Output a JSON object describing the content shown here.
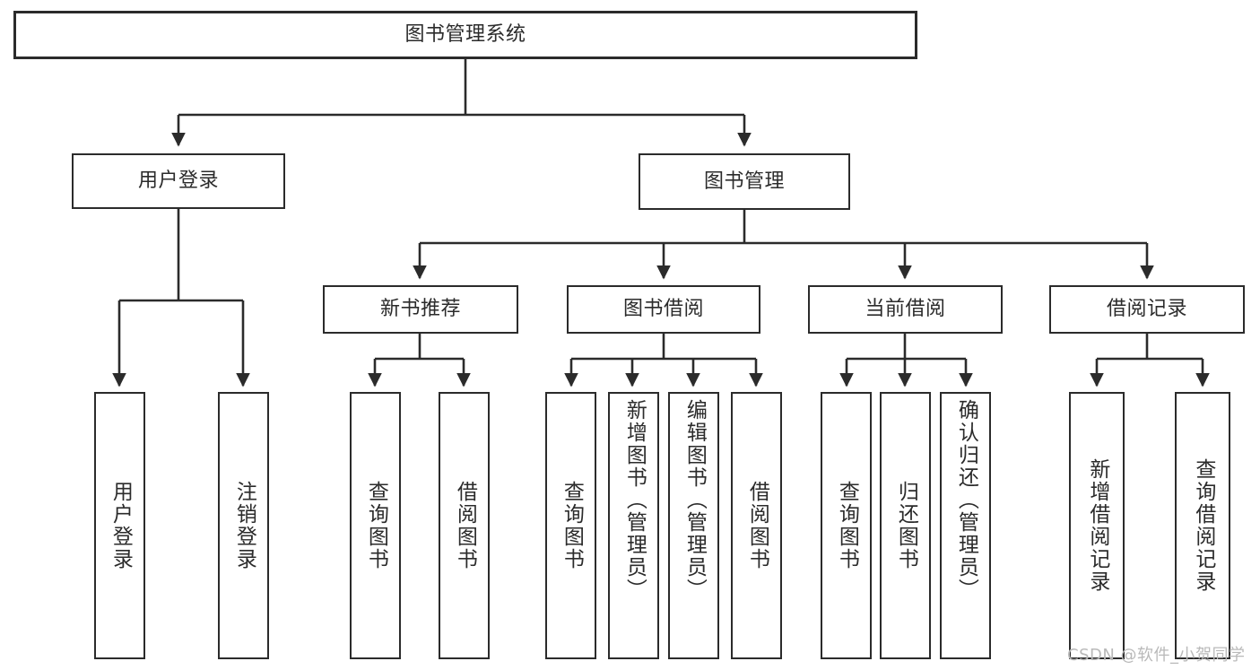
{
  "diagram": {
    "type": "tree-hierarchy-functional-decomposition",
    "title": "图书管理系统",
    "background_color": "#ffffff",
    "line_color": "#2b2b2b",
    "text_color": "#2b2b2b",
    "nodes": [
      {
        "id": "root",
        "label": "图书管理系统",
        "level": 0,
        "orientation": "horizontal"
      },
      {
        "id": "user-login",
        "label": "用户登录",
        "level": 1,
        "orientation": "horizontal",
        "parent": "root"
      },
      {
        "id": "book-manage",
        "label": "图书管理",
        "level": 1,
        "orientation": "horizontal",
        "parent": "root"
      },
      {
        "id": "new-book-rec",
        "label": "新书推荐",
        "level": 2,
        "orientation": "horizontal",
        "parent": "book-manage"
      },
      {
        "id": "book-borrow",
        "label": "图书借阅",
        "level": 2,
        "orientation": "horizontal",
        "parent": "book-manage"
      },
      {
        "id": "current-borrow",
        "label": "当前借阅",
        "level": 2,
        "orientation": "horizontal",
        "parent": "book-manage"
      },
      {
        "id": "borrow-record",
        "label": "借阅记录",
        "level": 2,
        "orientation": "horizontal",
        "parent": "book-manage"
      },
      {
        "id": "leaf-user-login",
        "label": "用户登录",
        "level": 2,
        "orientation": "vertical",
        "parent": "user-login"
      },
      {
        "id": "leaf-logout",
        "label": "注销登录",
        "level": 2,
        "orientation": "vertical",
        "parent": "user-login"
      },
      {
        "id": "leaf-query-book-1",
        "label": "查询图书",
        "level": 3,
        "orientation": "vertical",
        "parent": "new-book-rec"
      },
      {
        "id": "leaf-borrow-book-1",
        "label": "借阅图书",
        "level": 3,
        "orientation": "vertical",
        "parent": "new-book-rec"
      },
      {
        "id": "leaf-query-book-2",
        "label": "查询图书",
        "level": 3,
        "orientation": "vertical",
        "parent": "book-borrow"
      },
      {
        "id": "leaf-add-book",
        "label": "新增图书（管理员）",
        "level": 3,
        "orientation": "vertical",
        "parent": "book-borrow"
      },
      {
        "id": "leaf-edit-book",
        "label": "编辑图书（管理员）",
        "level": 3,
        "orientation": "vertical",
        "parent": "book-borrow"
      },
      {
        "id": "leaf-borrow-book-2",
        "label": "借阅图书",
        "level": 3,
        "orientation": "vertical",
        "parent": "book-borrow"
      },
      {
        "id": "leaf-query-book-3",
        "label": "查询图书",
        "level": 3,
        "orientation": "vertical",
        "parent": "current-borrow"
      },
      {
        "id": "leaf-return-book",
        "label": "归还图书",
        "level": 3,
        "orientation": "vertical",
        "parent": "current-borrow"
      },
      {
        "id": "leaf-confirm-return",
        "label": "确认归还（管理员）",
        "level": 3,
        "orientation": "vertical",
        "parent": "current-borrow"
      },
      {
        "id": "leaf-add-record",
        "label": "新增借阅记录",
        "level": 3,
        "orientation": "vertical",
        "parent": "borrow-record"
      },
      {
        "id": "leaf-query-record",
        "label": "查询借阅记录",
        "level": 3,
        "orientation": "vertical",
        "parent": "borrow-record"
      }
    ]
  },
  "watermark": {
    "text": "CSDN @软件_小贺同学"
  }
}
